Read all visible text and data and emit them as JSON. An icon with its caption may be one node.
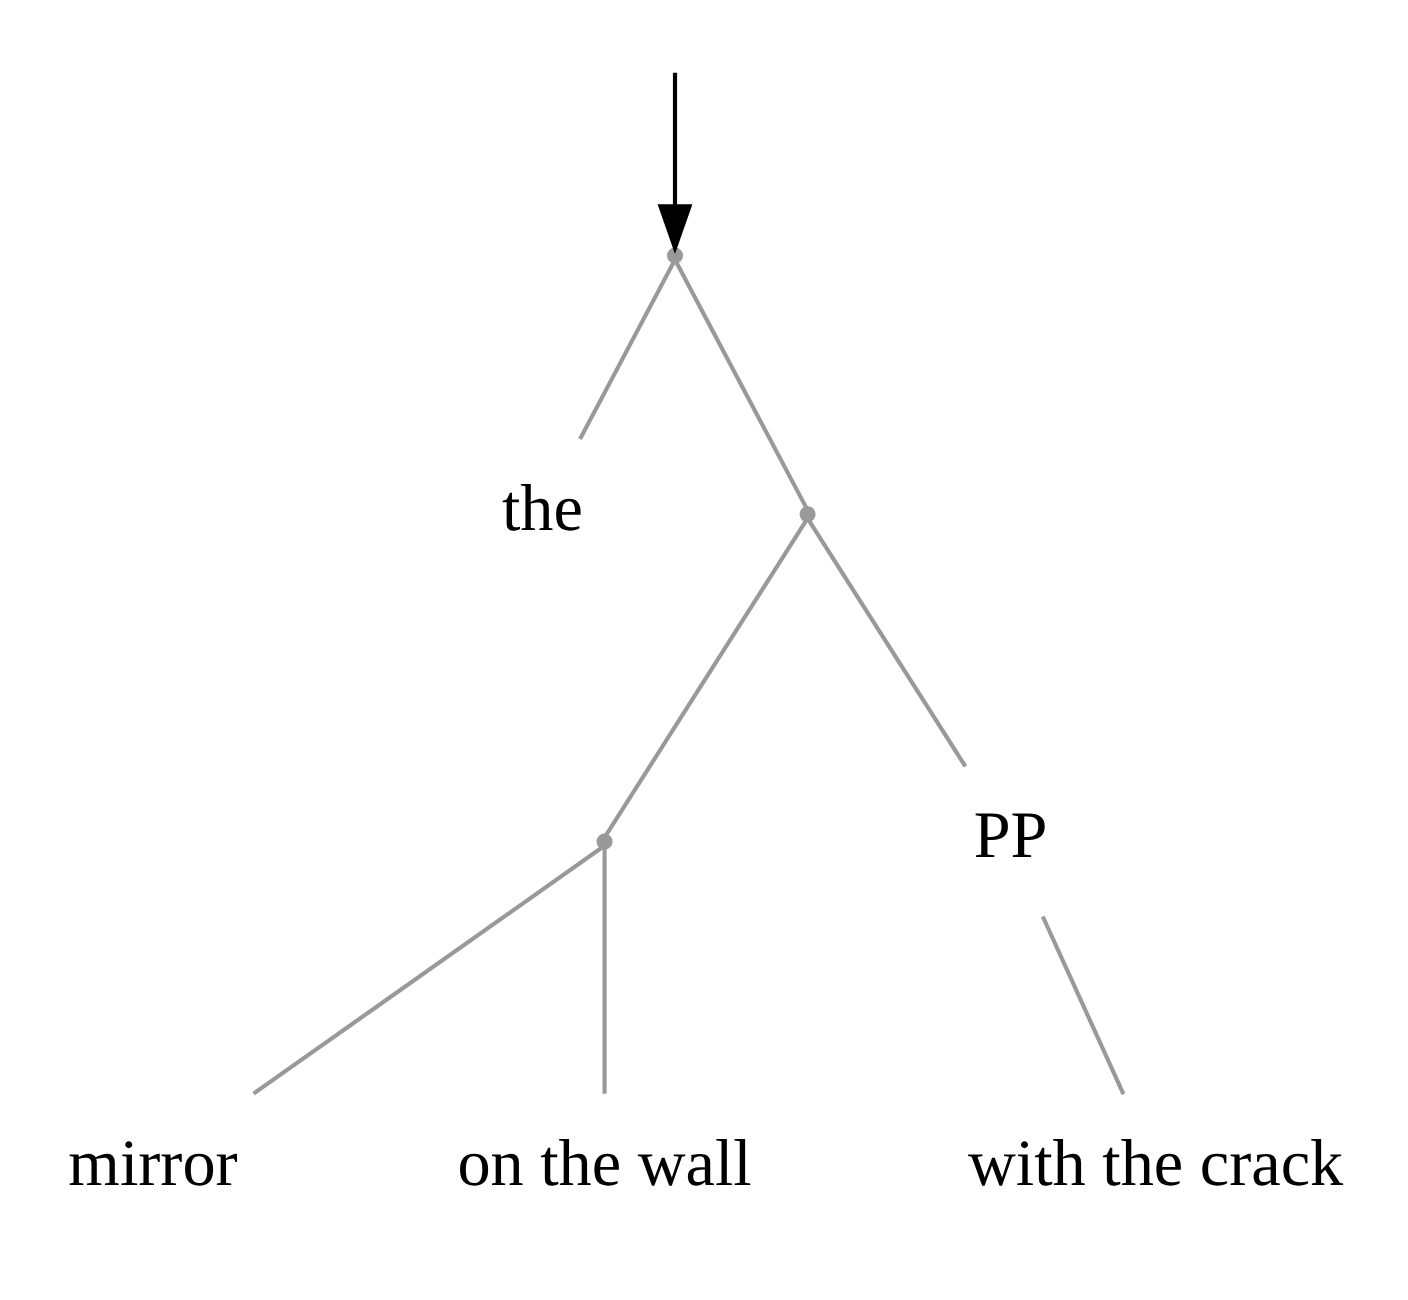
{
  "diagram": {
    "nodes": [
      {
        "text": [],
        "shape": "point"
      },
      {
        "text": [
          "the"
        ]
      },
      {
        "text": [],
        "shape": "point"
      },
      {
        "text": [],
        "shape": "point"
      },
      {
        "text": [
          "PP"
        ]
      },
      {
        "text": [
          "mirror"
        ]
      },
      {
        "text": [
          "on the wall"
        ]
      },
      {
        "text": [
          "with the crack"
        ]
      }
    ],
    "edges": [
      {
        "from": null,
        "to": 0,
        "arrow": "to",
        "color": "#000000"
      },
      {
        "from": 0,
        "to": 1,
        "arrow": "none"
      },
      {
        "from": 0,
        "to": 2,
        "arrow": "none"
      },
      {
        "from": 2,
        "to": 3,
        "arrow": "none"
      },
      {
        "from": 2,
        "to": 4,
        "arrow": "none"
      },
      {
        "from": 3,
        "to": 5,
        "arrow": "none"
      },
      {
        "from": 3,
        "to": 6,
        "arrow": "none"
      },
      {
        "from": 4,
        "to": 7,
        "arrow": "none"
      }
    ]
  }
}
